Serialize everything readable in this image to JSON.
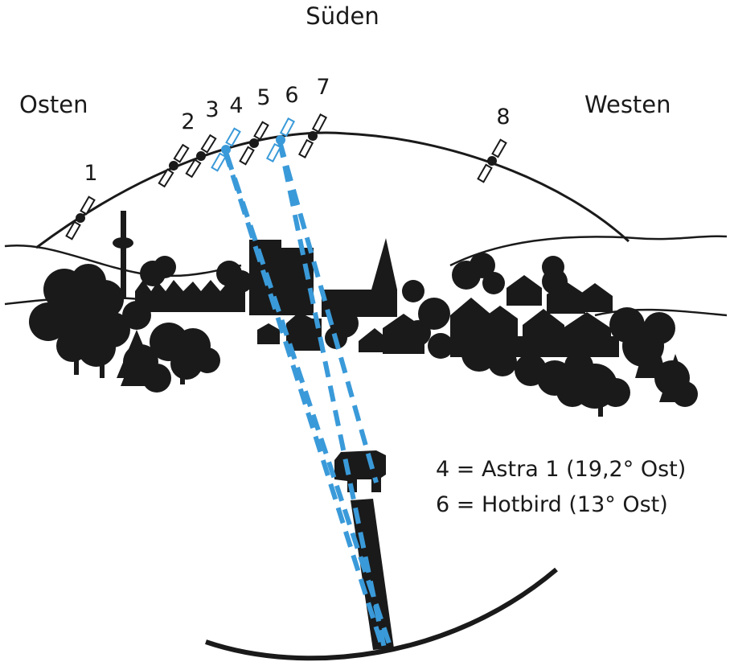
{
  "directions": {
    "south": "Süden",
    "east": "Osten",
    "west": "Westen"
  },
  "satellites": [
    {
      "label": "1",
      "highlighted": false
    },
    {
      "label": "2",
      "highlighted": false
    },
    {
      "label": "3",
      "highlighted": false
    },
    {
      "label": "4",
      "highlighted": true
    },
    {
      "label": "5",
      "highlighted": false
    },
    {
      "label": "6",
      "highlighted": true
    },
    {
      "label": "7",
      "highlighted": false
    },
    {
      "label": "8",
      "highlighted": false
    }
  ],
  "legend": [
    "4 = Astra 1 (19,2° Ost)",
    "6 = Hotbird (13° Ost)"
  ],
  "colors": {
    "ink": "#1a1a1a",
    "beam": "#3a9ad9",
    "background": "#ffffff"
  }
}
